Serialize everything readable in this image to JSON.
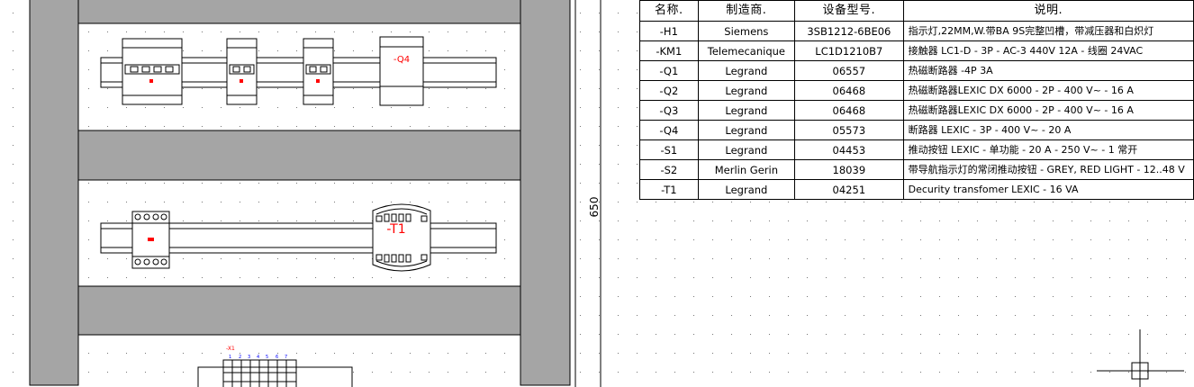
{
  "title": "电气柜布置图",
  "dimension_label": "650",
  "devices": {
    "q4_label": "-Q4",
    "t1_label": "-T1",
    "terminal_label": "-X1",
    "terminal_numbers": [
      "1",
      "2",
      "3",
      "4",
      "5",
      "6",
      "7"
    ]
  },
  "colors": {
    "panel_gray": "#a5a5a5",
    "mark_red": "#ff0000",
    "terminal_blue": "#0000ff"
  },
  "bom": {
    "headers": [
      "名称.",
      "制造商.",
      "设备型号.",
      "说明."
    ],
    "rows": [
      {
        "name": "-H1",
        "maker": "Siemens",
        "model": "3SB1212-6BE06",
        "desc": "指示灯,22MM,W.带BA 9S完整凹槽，带减压器和白炽灯"
      },
      {
        "name": "-KM1",
        "maker": "Telemecanique",
        "model": "LC1D1210B7",
        "desc": "接触器 LC1-D - 3P - AC-3 440V 12A - 线圈 24VAC"
      },
      {
        "name": "-Q1",
        "maker": "Legrand",
        "model": "06557",
        "desc": "热磁断路器 -4P 3A"
      },
      {
        "name": "-Q2",
        "maker": "Legrand",
        "model": "06468",
        "desc": "热磁断路器LEXIC DX 6000 - 2P - 400 V~ - 16 A"
      },
      {
        "name": "-Q3",
        "maker": "Legrand",
        "model": "06468",
        "desc": "热磁断路器LEXIC DX 6000 - 2P - 400 V~ - 16 A"
      },
      {
        "name": "-Q4",
        "maker": "Legrand",
        "model": "05573",
        "desc": "断路器 LEXIC - 3P - 400 V~ - 20 A"
      },
      {
        "name": "-S1",
        "maker": "Legrand",
        "model": "04453",
        "desc": "推动按钮 LEXIC - 单功能 - 20 A - 250 V~ - 1 常开"
      },
      {
        "name": "-S2",
        "maker": "Merlin Gerin",
        "model": "18039",
        "desc": "带导航指示灯的常闭推动按钮 - GREY, RED LIGHT - 12..48 V"
      },
      {
        "name": "-T1",
        "maker": "Legrand",
        "model": "04251",
        "desc": "Decurity transfomer LEXIC - 16 VA"
      }
    ]
  }
}
